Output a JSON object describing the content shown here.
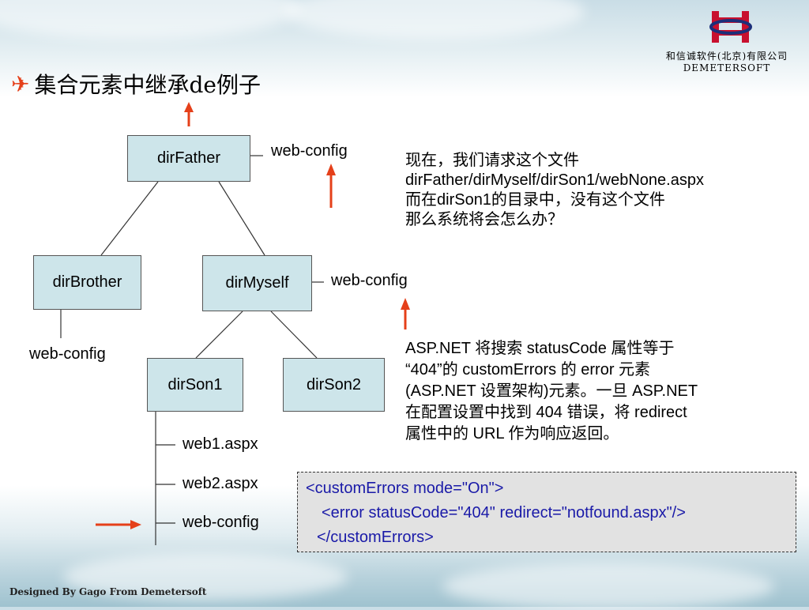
{
  "company": {
    "name_cn": "和信诚软件(北京)有限公司",
    "name_en": "DEMETERSOFT",
    "logo_icon": "demetersoft-logo"
  },
  "title": {
    "bullet_icon": "airplane-arrow-icon",
    "text": "集合元素中继承de例子"
  },
  "tree": {
    "nodes": {
      "dirFather": "dirFather",
      "dirBrother": "dirBrother",
      "dirMyself": "dirMyself",
      "dirSon1": "dirSon1",
      "dirSon2": "dirSon2"
    },
    "labels": {
      "father_config": "web-config",
      "myself_config": "web-config",
      "brother_config": "web-config",
      "son1_file1": "web1.aspx",
      "son1_file2": "web2.aspx",
      "son1_config": "web-config"
    }
  },
  "question": {
    "lines": [
      "现在，我们请求这个文件",
      "dirFather/dirMyself/dirSon1/webNone.aspx",
      "而在dirSon1的目录中，没有这个文件",
      "那么系统将会怎么办？"
    ]
  },
  "explanation": {
    "lines": [
      "ASP.NET 将搜索 statusCode 属性等于",
      "“404”的 customErrors 的 error 元素",
      "(ASP.NET 设置架构)元素。一旦 ASP.NET",
      "在配置设置中找到 404 错误，将 redirect",
      "属性中的 URL 作为响应返回。"
    ]
  },
  "code": {
    "lines": [
      "<customErrors mode=\"On\">",
      "<error statusCode=\"404\" redirect=\"notfound.aspx\"/>",
      "</customErrors>"
    ]
  },
  "footer": "Designed By Gago From Demetersoft",
  "colors": {
    "accent_arrow": "#e5401a",
    "node_fill": "#cde5ea",
    "code_text": "#1a1aa8",
    "code_bg": "#e2e2e2"
  }
}
